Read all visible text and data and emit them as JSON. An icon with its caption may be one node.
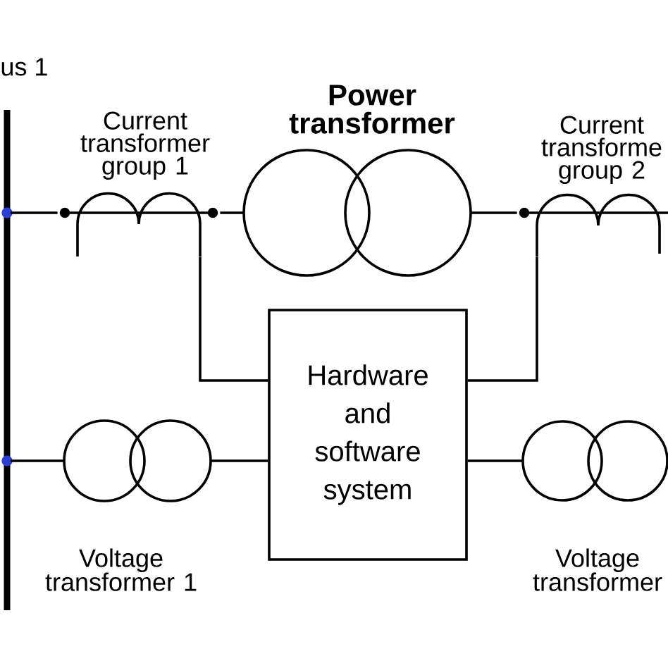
{
  "diagram": {
    "nodes": [
      {
        "text": [
          "us 1"
        ]
      },
      {
        "text": [
          "Current transformer group 1"
        ]
      },
      {
        "text": [
          "Power transformer"
        ]
      },
      {
        "text": [
          "Current transforme group 2"
        ]
      },
      {
        "text": [
          "Hardware and software system"
        ]
      },
      {
        "text": [
          "Voltage transformer 1"
        ]
      },
      {
        "text": [
          "Voltage transformer"
        ]
      }
    ],
    "edges": [
      {
        "from": 0,
        "to": 1,
        "arrow": "none"
      },
      {
        "from": 1,
        "to": 2,
        "arrow": "none"
      },
      {
        "from": 2,
        "to": 3,
        "arrow": "none"
      },
      {
        "from": 1,
        "to": 4,
        "arrow": "none"
      },
      {
        "from": 3,
        "to": 4,
        "arrow": "none"
      },
      {
        "from": 0,
        "to": 5,
        "arrow": "none"
      },
      {
        "from": 5,
        "to": 4,
        "arrow": "none"
      },
      {
        "from": 4,
        "to": 6,
        "arrow": "none"
      }
    ]
  }
}
